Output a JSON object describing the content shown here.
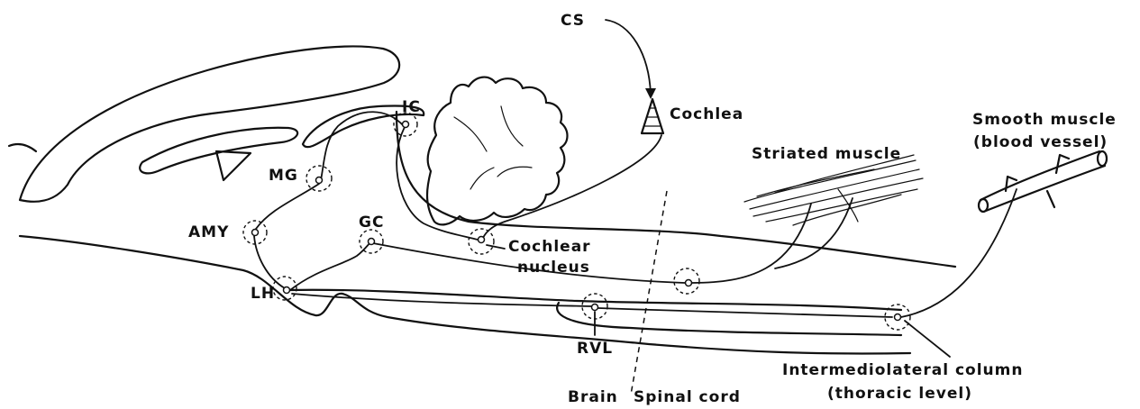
{
  "labels": {
    "cs": "CS",
    "cochlea": "Cochlea",
    "ic": "IC",
    "mg": "MG",
    "amy": "AMY",
    "gc": "GC",
    "lh": "LH",
    "cochlear_nucleus_line1": "Cochlear",
    "cochlear_nucleus_line2": "nucleus",
    "rvl": "RVL",
    "striated_muscle": "Striated muscle",
    "smooth_muscle_line1": "Smooth muscle",
    "smooth_muscle_line2": "(blood vessel)",
    "iml_line1": "Intermediolateral column",
    "iml_line2": "(thoracic level)",
    "brain": "Brain",
    "spinal_cord": "Spinal cord"
  }
}
